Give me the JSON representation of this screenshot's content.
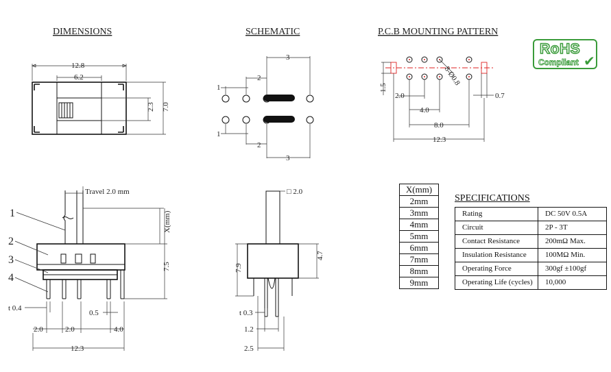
{
  "titles": {
    "dimensions": "DIMENSIONS",
    "schematic": "SCHEMATIC",
    "pcb": "P.C.B MOUNTING PATTERN",
    "specifications": "SPECIFICATIONS"
  },
  "rohs": {
    "line1": "RoHS",
    "line2": "Compliant",
    "color": "#3a9b3a"
  },
  "top_dims": {
    "overall_length": "12.8",
    "slot_length": "6.2",
    "actuator_height": "2.3",
    "body_height": "7.0"
  },
  "schematic_dims": {
    "top_span": "3",
    "top_mid": "2",
    "top_pin": "1",
    "bottom_pin": "1",
    "bottom_mid": "2",
    "bottom_span": "3"
  },
  "pcb_dims": {
    "hole": "1.5",
    "dia": "8-Ø0.8",
    "pitch": "2.0",
    "row_gap": "4.0",
    "pad": "0.7",
    "pad_span": "8.0",
    "overall": "12.3"
  },
  "side_view": {
    "travel": "Travel 2.0 mm",
    "x_label": "X(mm)",
    "height": "7.5",
    "part_labels": [
      "1",
      "2",
      "3",
      "4"
    ],
    "thickness": "t 0.4",
    "pitch_a": "2.0",
    "pitch_b": "2.0",
    "gap": "0.5",
    "end": "4.0",
    "overall": "12.3"
  },
  "end_view": {
    "square": "□ 2.0",
    "height": "7.9",
    "body": "4.7",
    "thickness": "t 0.3",
    "pin_gap": "1.2",
    "pin_span": "2.5"
  },
  "x_table": {
    "header": "X(mm)",
    "values": [
      "2mm",
      "3mm",
      "4mm",
      "5mm",
      "6mm",
      "7mm",
      "8mm",
      "9mm"
    ]
  },
  "specs": [
    {
      "param": "Rating",
      "value": "DC 50V  0.5A"
    },
    {
      "param": "Circuit",
      "value": "2P - 3T"
    },
    {
      "param": "Contact Resistance",
      "value": "200mΩ Max."
    },
    {
      "param": "Insulation Resistance",
      "value": "100MΩ Min."
    },
    {
      "param": "Operating Force",
      "value": "300gf ±100gf"
    },
    {
      "param": "Operating Life (cycles)",
      "value": "10,000"
    }
  ]
}
